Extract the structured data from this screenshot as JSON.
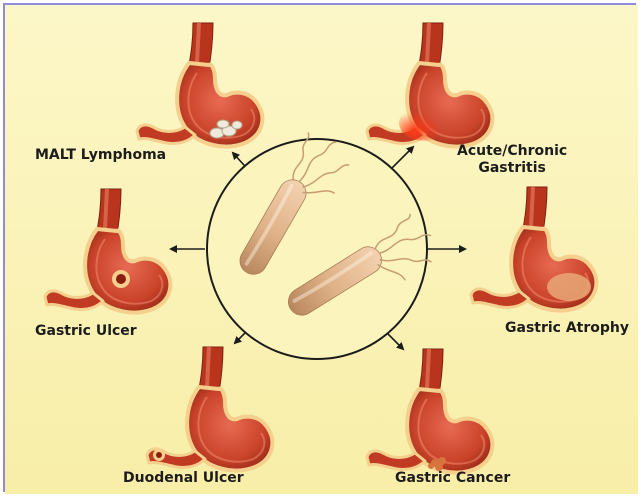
{
  "colors": {
    "background": "#fbf4bd",
    "border": "#8e8bd8",
    "stomach": "#b8341c",
    "stomach_inner": "#e0604a",
    "stomach_rim": "#f4cf8e",
    "bacteria": "#dfb288",
    "arrow": "#1c1c1c"
  },
  "center": {
    "icon": "h-pylori-bacteria-icon"
  },
  "conditions": {
    "malt": {
      "label": "MALT Lymphoma",
      "icon": "stomach-icon"
    },
    "gastritis": {
      "line1": "Acute/Chronic",
      "line2": "Gastritis",
      "icon": "stomach-icon"
    },
    "gastric_ulcer": {
      "label": "Gastric Ulcer",
      "icon": "stomach-icon"
    },
    "atrophy": {
      "label": "Gastric Atrophy",
      "icon": "stomach-icon"
    },
    "duodenal_ulcer": {
      "label": "Duodenal Ulcer",
      "icon": "stomach-icon"
    },
    "cancer": {
      "label": "Gastric Cancer",
      "icon": "stomach-icon"
    }
  }
}
